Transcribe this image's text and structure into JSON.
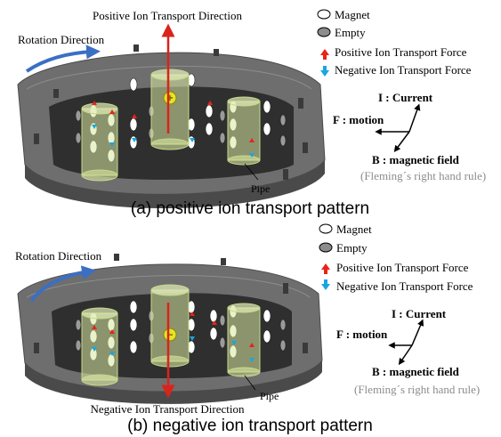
{
  "panels": [
    {
      "id": "a",
      "caption": "(a) positive ion transport pattern",
      "transport_direction": "Positive Ion Transport Direction",
      "rotation": "Rotation Direction",
      "pipe": "Pipe",
      "ion_symbol": "+",
      "legend": {
        "magnet": "Magnet",
        "empty": "Empty",
        "positive_force": "Positive Ion Transport Force",
        "negative_force": "Negative Ion Transport Force"
      },
      "axes": {
        "current": "I : Current",
        "motion": "F : motion",
        "field": "B : magnetic field",
        "rule": "(Fleming´s right hand rule)"
      }
    },
    {
      "id": "b",
      "caption": "(b) negative ion transport pattern",
      "transport_direction": "Negative Ion Transport Direction",
      "rotation": "Rotation Direction",
      "pipe": "Pipe",
      "ion_symbol": "−",
      "legend": {
        "magnet": "Magnet",
        "empty": "Empty",
        "positive_force": "Positive Ion Transport Force",
        "negative_force": "Negative Ion Transport Force"
      },
      "axes": {
        "current": "I : Current",
        "motion": "F : motion",
        "field": "B : magnetic field",
        "rule": "(Fleming´s right hand rule)"
      }
    }
  ],
  "colors": {
    "ring": "#6e6e6e",
    "ring_dark": "#3c3c3c",
    "pipe": "#d8e8a0",
    "pipe_edge": "#c6d98a",
    "transport_arrow": "#d9241c",
    "rotation_arrow": "#3a6fc4",
    "positive_force": "#e8231a",
    "negative_force": "#1aa6e0",
    "ion": "#e7e22a",
    "rule_text": "#8c8c8c"
  }
}
